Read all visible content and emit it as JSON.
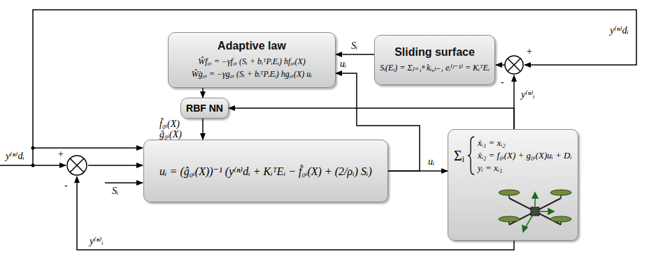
{
  "diagram": {
    "nodes": [
      {
        "text": [
          "Adaptive law",
          "Ŵ̇f₀ᵢ = −γf₀ᵢ (Sᵢ + bᵢᵀPᵢEᵢ) hf₀ᵢ(X)",
          "Ŵ̇g₀ᵢ = −γg₀ᵢ (Sᵢ + bᵢᵀPᵢEᵢ) hg₀ᵢ(X) uᵢ"
        ]
      },
      {
        "text": [
          "Sliding surface",
          "Sᵢ(Eᵢ) = Σⱼ₌₁ⁿ kᵢ,ⱼ₋₁ eᵢ⁽ʲ⁻¹⁾ = KᵢᵀEᵢ"
        ]
      },
      {
        "text": [
          "RBF NN"
        ]
      },
      {
        "text": [
          "uᵢ = (ĝ₀ᵢ(X))⁻¹ (y⁽ⁿ⁾dᵢ + KᵢᵀEᵢ − f̂₀ᵢ(X) + (2/ρᵢ) Sᵢ)"
        ]
      },
      {
        "text": [
          "Σᵢ",
          "ẋᵢ₁ = xᵢ₂",
          "ẋᵢ₂ = f₀ᵢ(X) + g₀ᵢ(X)uᵢ + Dᵢ",
          "yᵢ = xᵢ₁"
        ]
      }
    ],
    "edges": [
      {
        "from": 1,
        "to": 0,
        "label": "Sᵢ",
        "arrow": "to"
      },
      {
        "from": 0,
        "to": 2,
        "arrow": "to"
      },
      {
        "from": 2,
        "to": 3,
        "arrow": "to"
      },
      {
        "from": 3,
        "to": 4,
        "label": "uᵢ",
        "arrow": "to"
      },
      {
        "from": 3,
        "to": 0,
        "label": "uᵢ",
        "arrow": "to"
      },
      {
        "from": 4,
        "to": 2,
        "arrow": "to"
      }
    ],
    "labels": [
      "y⁽ⁿ⁾dᵢ",
      "+",
      "-",
      "y⁽ⁿ⁾ᵢ",
      "f̂₀ᵢ(X)",
      "ĝ₀ᵢ(X)",
      "y⁽ⁿ⁾dᵢ",
      "+",
      "Sᵢ",
      "y⁽ⁿ⁾ᵢ",
      "-"
    ]
  }
}
